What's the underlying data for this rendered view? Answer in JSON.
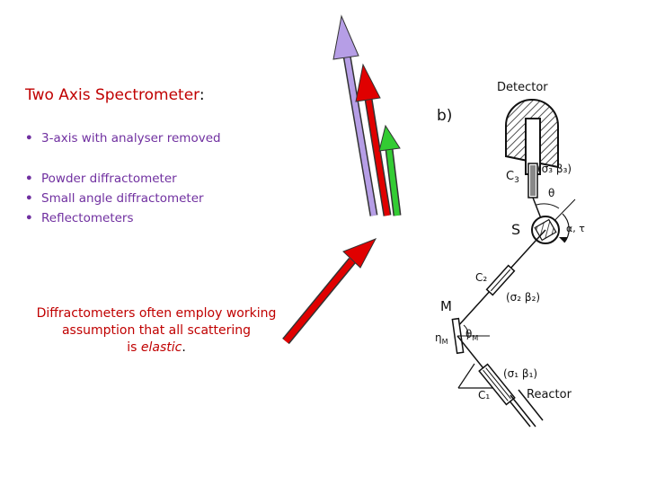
{
  "slide": {
    "title_main": "Two Axis Spectrometer",
    "title_colon": ":",
    "list1": [
      "3-axis with analyser removed"
    ],
    "list2": [
      "Powder diffractometer",
      "Small angle diffractometer",
      "Reflectometers"
    ],
    "bullet_char": "•",
    "note": {
      "line1": "Diffractometers often employ working",
      "line2": "assumption that all scattering",
      "line3_prefix": "is ",
      "line3_italic": "elastic",
      "line3_suffix": "."
    }
  },
  "diagram": {
    "panel_label": "b)",
    "detector": "Detector",
    "c3": "C",
    "c3_sub": "3",
    "c3_params": "(σ₃ β₃)",
    "theta": "θ",
    "s": "S",
    "alpha_tau": "α, τ",
    "c2": "C₂",
    "c2_params": "(σ₂ β₂)",
    "m": "M",
    "eta_m": "η",
    "eta_m_sub": "M",
    "theta_m": "θ",
    "theta_m_sub": "M",
    "c1_params": "(σ₁ β₁)",
    "c1": "C₁",
    "reactor": "Reactor"
  },
  "colors": {
    "title": "#c00000",
    "bullets": "#7030a0",
    "arrow_violet": "#b69ee6",
    "arrow_red": "#e00000",
    "arrow_green": "#33cc33"
  }
}
